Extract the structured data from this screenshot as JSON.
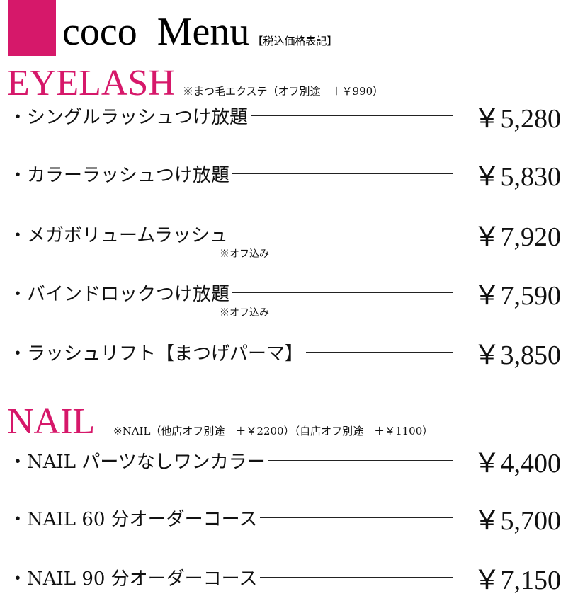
{
  "colors": {
    "accent": "#d6186a"
  },
  "header": {
    "title": "coco  Menu",
    "tax_note": "【税込価格表記】"
  },
  "eyelash": {
    "heading": "EYELASH",
    "note": "※まつ毛エクステ（オフ別途　＋￥990）",
    "items": [
      {
        "name": "・シングルラッシュつけ放題",
        "price": "￥5,280"
      },
      {
        "name": "・カラーラッシュつけ放題",
        "price": "￥5,830"
      },
      {
        "name": "・メガボリュームラッシュ",
        "sub": "※オフ込み",
        "price": "￥7,920"
      },
      {
        "name": "・バインドロックつけ放題",
        "sub": "※オフ込み",
        "price": "￥7,590"
      },
      {
        "name": "・ラッシュリフト【まつげパーマ】",
        "price": "￥3,850"
      }
    ]
  },
  "nail": {
    "heading": "NAIL",
    "note": "※NAIL（他店オフ別途　＋￥2200）（自店オフ別途　＋￥1100）",
    "items": [
      {
        "name": "・NAIL パーツなしワンカラー",
        "price": "￥4,400"
      },
      {
        "name": "・NAIL 60 分オーダーコース",
        "price": "￥5,700"
      },
      {
        "name": "・NAIL 90 分オーダーコース",
        "price": "￥7,150"
      }
    ]
  }
}
